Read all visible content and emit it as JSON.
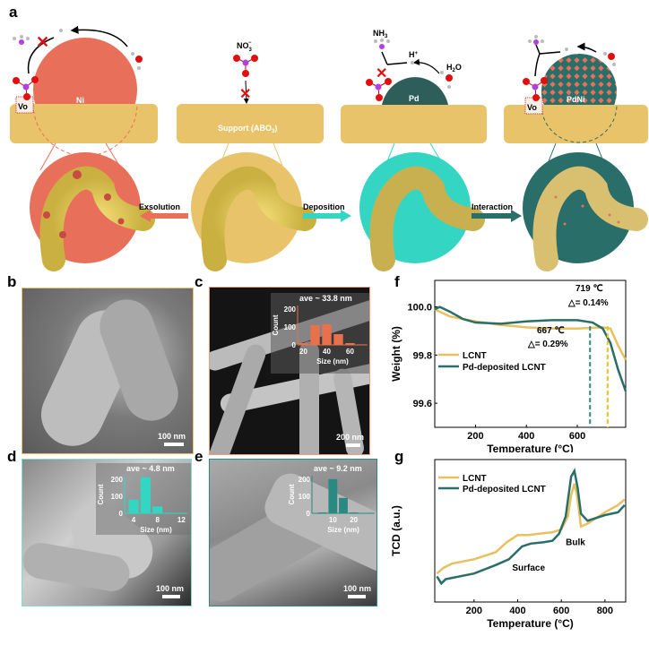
{
  "panel_labels": {
    "a": "a",
    "b": "b",
    "c": "c",
    "d": "d",
    "e": "e",
    "f": "f",
    "g": "g"
  },
  "schematic": {
    "ni_label": "Ni",
    "support_label": "Support (ABO",
    "support_sub": "3",
    "support_close": ")",
    "nitrate_label": "NO",
    "nitrate_sub": "3",
    "nitrate_sup": "−",
    "pd_label": "Pd",
    "pdni_label": "PdNi",
    "vo_label": "Vo",
    "nh3_label": "NH",
    "nh3_sub": "3",
    "hplus_label": "H",
    "hplus_sup": "+",
    "h2o_label": "H",
    "h2o_sub": "2",
    "h2o_o": "O",
    "arrows": [
      "Exsolution",
      "Deposition",
      "Interaction"
    ],
    "colors": {
      "support": "#e8c36a",
      "ni": "#e8705a",
      "pd": "#2d5e5a",
      "cyan": "#34d6c3",
      "teal": "#2a6e69"
    }
  },
  "sem": {
    "b": {
      "scale": "100 nm"
    },
    "c": {
      "scale": "200 nm",
      "hist": {
        "ave": "ave ~ 33.8 nm",
        "ylabel": "Count",
        "xlabel": "Size (nm)",
        "yticks": [
          0,
          100,
          200
        ],
        "xticks": [
          20,
          40,
          60
        ],
        "xlim": [
          15,
          75
        ],
        "ylim": [
          0,
          220
        ],
        "bins": [
          20,
          30,
          40,
          50,
          60,
          70
        ],
        "width": 8,
        "values": [
          10,
          110,
          115,
          60,
          10,
          3
        ],
        "color": "#e8704a"
      }
    },
    "d": {
      "scale": "100 nm",
      "hist": {
        "ave": "ave ~ 4.8 nm",
        "ylabel": "Count",
        "xlabel": "Size (nm)",
        "yticks": [
          0,
          100,
          200
        ],
        "xticks": [
          4,
          8,
          12
        ],
        "xlim": [
          2.5,
          13
        ],
        "ylim": [
          0,
          220
        ],
        "bins": [
          4,
          6,
          8,
          10
        ],
        "width": 1.7,
        "values": [
          80,
          210,
          40,
          3
        ],
        "color": "#34d6c3"
      }
    },
    "e": {
      "scale": "100 nm",
      "hist": {
        "ave": "ave ~ 9.2 nm",
        "ylabel": "Count",
        "xlabel": "Size (nm)",
        "yticks": [
          0,
          100,
          200
        ],
        "xticks": [
          10,
          20
        ],
        "xlim": [
          0,
          30
        ],
        "ylim": [
          0,
          220
        ],
        "bins": [
          5,
          10,
          15,
          20
        ],
        "width": 4.2,
        "values": [
          5,
          200,
          90,
          5
        ],
        "color": "#2a8a82"
      }
    }
  },
  "chart_data": [
    {
      "id": "f",
      "type": "line",
      "xlabel": "Temperature (°C)",
      "ylabel": "Weight (%)",
      "xlim": [
        40,
        790
      ],
      "ylim": [
        99.5,
        100.11
      ],
      "xticks": [
        200,
        400,
        600
      ],
      "yticks": [
        99.6,
        99.8,
        100.0
      ],
      "ytick_labels": [
        "99.6",
        "99.8",
        "100.0"
      ],
      "legend_position": "center-left",
      "series": [
        {
          "name": "LCNT",
          "color": "#e8c060",
          "points": [
            [
              40,
              99.99
            ],
            [
              100,
              99.96
            ],
            [
              200,
              99.94
            ],
            [
              300,
              99.925
            ],
            [
              400,
              99.915
            ],
            [
              500,
              99.91
            ],
            [
              600,
              99.91
            ],
            [
              700,
              99.915
            ],
            [
              730,
              99.91
            ],
            [
              760,
              99.84
            ],
            [
              790,
              99.78
            ]
          ]
        },
        {
          "name": "Pd-deposited LCNT",
          "color": "#2a6e69",
          "points": [
            [
              40,
              99.99
            ],
            [
              60,
              100.0
            ],
            [
              100,
              99.98
            ],
            [
              150,
              99.95
            ],
            [
              200,
              99.935
            ],
            [
              300,
              99.93
            ],
            [
              400,
              99.94
            ],
            [
              500,
              99.945
            ],
            [
              600,
              99.945
            ],
            [
              660,
              99.935
            ],
            [
              700,
              99.91
            ],
            [
              730,
              99.85
            ],
            [
              760,
              99.74
            ],
            [
              790,
              99.65
            ]
          ]
        }
      ],
      "annotations": [
        {
          "temp": "719 ℃",
          "delta": "△= 0.14%",
          "x": 719,
          "color": "#f0c020"
        },
        {
          "temp": "667 ℃",
          "delta": "△= 0.29%",
          "x": 650,
          "color": "#2a8a82"
        }
      ]
    },
    {
      "id": "g",
      "type": "line",
      "xlabel": "Temperature (°C)",
      "ylabel": "TCD (a.u.)",
      "xlim": [
        20,
        895
      ],
      "ylim": [
        0,
        100
      ],
      "xticks": [
        200,
        400,
        600,
        800
      ],
      "yticks": [],
      "legend_position": "top-left",
      "series": [
        {
          "name": "LCNT",
          "color": "#e8c060",
          "points": [
            [
              30,
              20
            ],
            [
              60,
              24
            ],
            [
              100,
              27
            ],
            [
              200,
              30
            ],
            [
              300,
              35
            ],
            [
              350,
              42
            ],
            [
              400,
              47
            ],
            [
              450,
              47
            ],
            [
              500,
              48
            ],
            [
              560,
              49
            ],
            [
              600,
              51
            ],
            [
              630,
              60
            ],
            [
              645,
              75
            ],
            [
              660,
              83
            ],
            [
              672,
              75
            ],
            [
              690,
              53
            ],
            [
              720,
              55
            ],
            [
              800,
              63
            ],
            [
              860,
              68
            ],
            [
              890,
              72
            ]
          ]
        },
        {
          "name": "Pd-deposited LCNT",
          "color": "#2a6e69",
          "points": [
            [
              30,
              18
            ],
            [
              50,
              13
            ],
            [
              70,
              16
            ],
            [
              200,
              20
            ],
            [
              300,
              26
            ],
            [
              360,
              30
            ],
            [
              420,
              39
            ],
            [
              460,
              41
            ],
            [
              520,
              42
            ],
            [
              560,
              43
            ],
            [
              590,
              48
            ],
            [
              620,
              60
            ],
            [
              645,
              88
            ],
            [
              660,
              92
            ],
            [
              675,
              80
            ],
            [
              690,
              62
            ],
            [
              720,
              57
            ],
            [
              800,
              61
            ],
            [
              860,
              63
            ],
            [
              890,
              68
            ]
          ]
        }
      ],
      "annotations": [
        {
          "text": "Surface",
          "x": 450,
          "y": 22
        },
        {
          "text": "Bulk",
          "x": 665,
          "y": 40
        }
      ]
    }
  ]
}
